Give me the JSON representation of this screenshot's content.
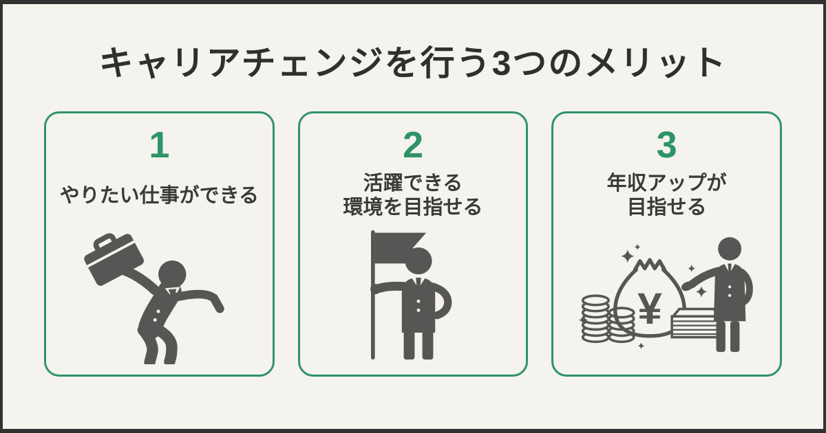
{
  "page": {
    "title": "キャリアチェンジを行う3つのメリット"
  },
  "theme": {
    "background": "#F4F3EE",
    "frame": "#323232",
    "accent_green": "#2D9468",
    "title_color": "#302F2B",
    "label_color": "#3B3A36",
    "icon_gray": "#585654"
  },
  "cards": [
    {
      "number": "1",
      "lines": [
        "やりたい仕事ができる"
      ],
      "icon": "jumping-businessman-briefcase-icon"
    },
    {
      "number": "2",
      "lines": [
        "活躍できる",
        "環境を目指せる"
      ],
      "icon": "businessman-holding-flag-icon"
    },
    {
      "number": "3",
      "lines": [
        "年収アップが",
        "目指せる"
      ],
      "icon": "money-bag-coins-bills-businessman-icon",
      "yen_symbol": "¥"
    }
  ]
}
